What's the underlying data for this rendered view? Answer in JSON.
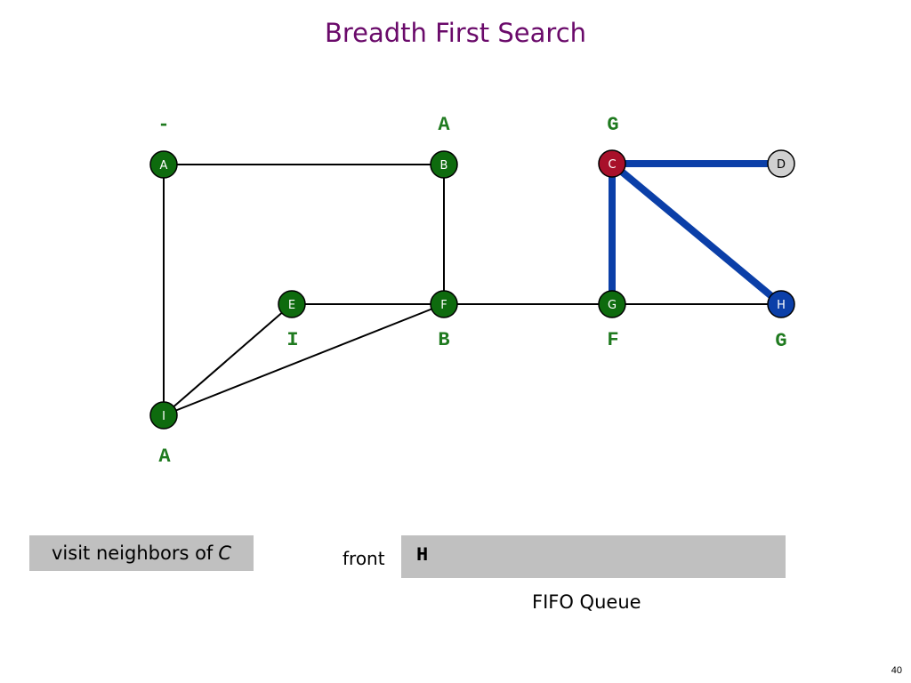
{
  "title": "Breadth First Search",
  "colors": {
    "visited": "#0e6b0e",
    "current": "#a8102a",
    "queued": "#0b3fa8",
    "unvisited": "#d0d0d0",
    "highlight_edge": "#0b3fa8",
    "title": "#6a0a6a",
    "parent_label": "#1f7a1f"
  },
  "nodes": [
    {
      "id": "A",
      "label": "A",
      "state": "visited",
      "parent": "-"
    },
    {
      "id": "B",
      "label": "B",
      "state": "visited",
      "parent": "A"
    },
    {
      "id": "C",
      "label": "C",
      "state": "current",
      "parent": "G"
    },
    {
      "id": "D",
      "label": "D",
      "state": "unvisited",
      "parent": ""
    },
    {
      "id": "E",
      "label": "E",
      "state": "visited",
      "parent": "I"
    },
    {
      "id": "F",
      "label": "F",
      "state": "visited",
      "parent": "B"
    },
    {
      "id": "G",
      "label": "G",
      "state": "visited",
      "parent": "F"
    },
    {
      "id": "H",
      "label": "H",
      "state": "queued",
      "parent": "G"
    },
    {
      "id": "I",
      "label": "I",
      "state": "visited",
      "parent": "A"
    }
  ],
  "edges": [
    {
      "from": "A",
      "to": "B",
      "highlight": false
    },
    {
      "from": "A",
      "to": "I",
      "highlight": false
    },
    {
      "from": "B",
      "to": "F",
      "highlight": false
    },
    {
      "from": "E",
      "to": "F",
      "highlight": false
    },
    {
      "from": "E",
      "to": "I",
      "highlight": false
    },
    {
      "from": "F",
      "to": "I",
      "highlight": false
    },
    {
      "from": "F",
      "to": "G",
      "highlight": false
    },
    {
      "from": "G",
      "to": "H",
      "highlight": false
    },
    {
      "from": "C",
      "to": "D",
      "highlight": true
    },
    {
      "from": "C",
      "to": "G",
      "highlight": true
    },
    {
      "from": "C",
      "to": "H",
      "highlight": true
    }
  ],
  "status": {
    "text": "visit neighbors of",
    "node": "C"
  },
  "queue": {
    "front_label": "front",
    "items": [
      "H"
    ],
    "caption": "FIFO Queue"
  },
  "page_number": "40"
}
